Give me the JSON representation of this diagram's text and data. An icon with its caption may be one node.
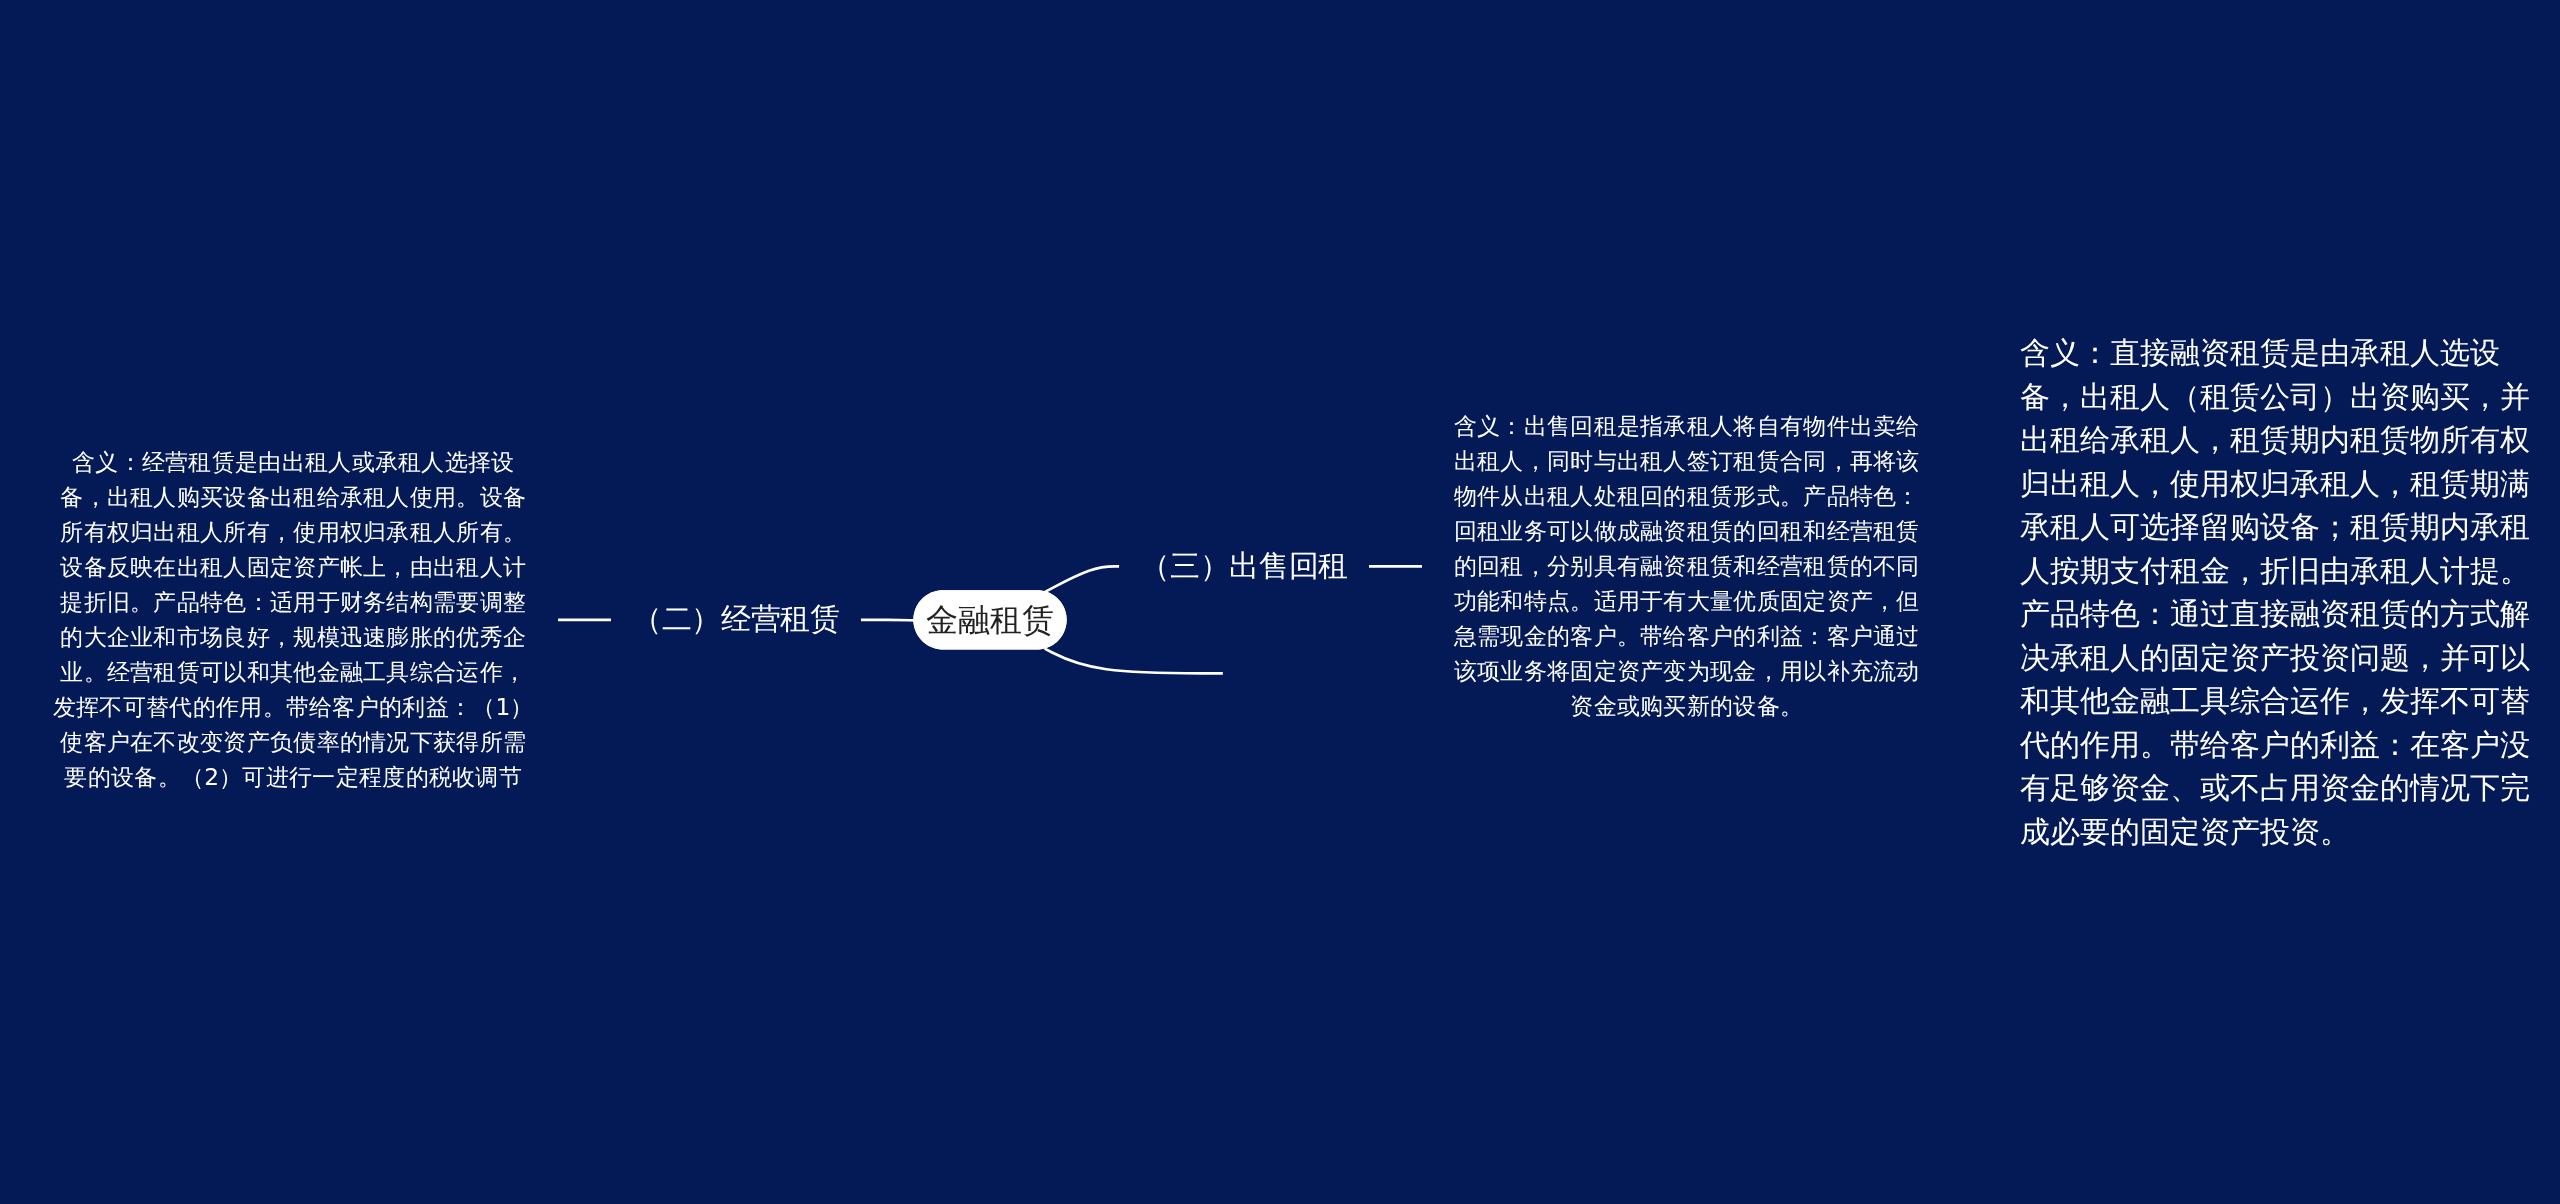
{
  "diagram": {
    "nodes": [
      {
        "text": [
          "金融租赁"
        ]
      },
      {
        "text": [
          "（二）经营租赁"
        ]
      },
      {
        "text": [
          "含义：经营租赁是由出租人或承租人选择设备，出租人购买设备出租给承租人使用。设备所有权归出租人所有，使用权归承租人所有。设备反映在出租人固定资产帐上，由出租人计提折旧。产品特色：适用于财务结构需要调整的大企业和市场良好，规模迅速膨胀的优秀企业。经营租赁可以和其他金融工具综合运作，发挥不可替代的作用。带给客户的利益：（1）使客户在不改变资产负债率的情况下获得所需要的设备。（2）可进行一定程度的税收调节"
        ]
      },
      {
        "text": [
          "（三）出售回租"
        ]
      },
      {
        "text": [
          "含义：出售回租是指承租人将自有物件出卖给出租人，同时与出租人签订租赁合同，再将该物件从出租人处租回的租赁形式。产品特色：回租业务可以做成融资租赁的回租和经营租赁的回租，分别具有融资租赁和经营租赁的不同功能和特点。适用于有大量优质固定资产，但急需现金的客户。带给客户的利益：客户通过该项业务将固定资产变为现金，用以补充流动资金或购买新的设备。"
        ]
      }
    ],
    "edges": [
      {
        "from": 0,
        "to": 1,
        "arrow": "none"
      },
      {
        "from": 1,
        "to": 2,
        "arrow": "none"
      },
      {
        "from": 0,
        "to": null,
        "arrow": "none"
      },
      {
        "from": 0,
        "to": 3,
        "arrow": "none"
      },
      {
        "from": 3,
        "to": 4,
        "arrow": "none"
      }
    ],
    "labels": [
      "含义：直接融资租赁是由承租人选设备，出租人（租赁公司）出资购买，并出租给承租人，租赁期内租赁物所有权归出租人，使用权归承租人，租赁期满承租人可选择留购设备；租赁期内承租人按期支付租金，折旧由承租人计提。产品特色：通过直接融资租赁的方式解决承租人的固定资产投资问题，并可以和其他金融工具综合运作，发挥不可替代的作用。带给客户的利益：在客户没有足够资金、或不占用资金的情况下完成必要的固定资产投资。"
    ]
  }
}
